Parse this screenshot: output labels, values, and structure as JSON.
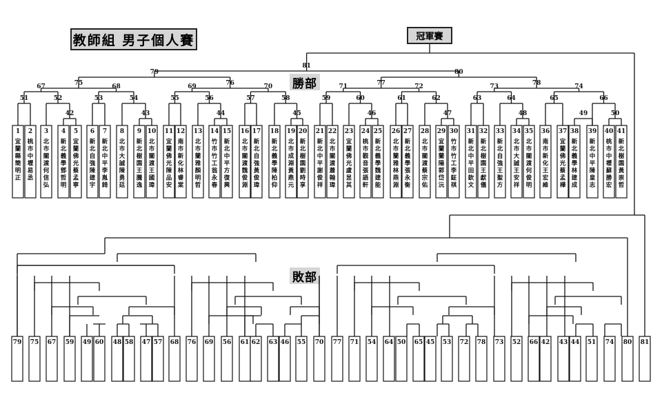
{
  "title": "教師組 男子個人賽",
  "champion_label": "冠軍賽",
  "winners_label": "勝部",
  "losers_label": "敗部",
  "players": [
    {
      "no": "1",
      "team": "宜蘭縣",
      "name": "簡明正"
    },
    {
      "no": "2",
      "team": "桃市中壢",
      "name": "易丞"
    },
    {
      "no": "3",
      "team": "北市關渡",
      "name": "何信弘"
    },
    {
      "no": "4",
      "team": "新北義學",
      "name": "鄧哲明"
    },
    {
      "no": "5",
      "team": "宜蘭佛光",
      "name": "蔡孟寧"
    },
    {
      "no": "6",
      "team": "新北自強",
      "name": "陳建宇"
    },
    {
      "no": "7",
      "team": "新北中平",
      "name": "李胤錡"
    },
    {
      "no": "8",
      "team": "北市大誠",
      "name": "陳勇廷"
    },
    {
      "no": "9",
      "team": "新北樹園",
      "name": "王騰逸"
    },
    {
      "no": "10",
      "team": "北市關渡",
      "name": "王國瑋"
    },
    {
      "no": "11",
      "team": "宜蘭佛光",
      "name": "陳品安"
    },
    {
      "no": "12",
      "team": "南市新化",
      "name": "林睿棠"
    },
    {
      "no": "13",
      "team": "北市蘭雅",
      "name": "顏明哲"
    },
    {
      "no": "14",
      "team": "竹市竹工",
      "name": "翁永春"
    },
    {
      "no": "15",
      "team": "新北中平",
      "name": "方復興"
    },
    {
      "no": "16",
      "team": "北市關渡",
      "name": "魏俊淵"
    },
    {
      "no": "17",
      "team": "新北自強",
      "name": "黃俊瑋"
    },
    {
      "no": "18",
      "team": "新北義學",
      "name": "陳柏仰"
    },
    {
      "no": "19",
      "team": "北市成淵",
      "name": "黃鼎元"
    },
    {
      "no": "20",
      "team": "新北樹園",
      "name": "劉時享"
    },
    {
      "no": "21",
      "team": "新北中平",
      "name": "謝俊祥"
    },
    {
      "no": "22",
      "team": "北市關渡",
      "name": "蕭翰瑋"
    },
    {
      "no": "23",
      "team": "宜蘭佛光",
      "name": "盧昱其"
    },
    {
      "no": "24",
      "team": "桃市觀音",
      "name": "張語軒"
    },
    {
      "no": "25",
      "team": "新北義學",
      "name": "魏建能"
    },
    {
      "no": "26",
      "team": "北市蘭雅",
      "name": "林燕淵"
    },
    {
      "no": "27",
      "team": "新北義學",
      "name": "張永衡"
    },
    {
      "no": "28",
      "team": "北市關渡",
      "name": "蔡宗佑"
    },
    {
      "no": "29",
      "team": "宜蘭蘭陽",
      "name": "郭岱沅"
    },
    {
      "no": "30",
      "team": "竹市竹工",
      "name": "李鉦祺"
    },
    {
      "no": "31",
      "team": "新北中平",
      "name": "田欽文"
    },
    {
      "no": "32",
      "team": "新北樹園",
      "name": "王獻儀"
    },
    {
      "no": "33",
      "team": "新北自強",
      "name": "王聖方"
    },
    {
      "no": "34",
      "team": "北市大誠",
      "name": "王安祥"
    },
    {
      "no": "35",
      "team": "北市關渡",
      "name": "何俊明"
    },
    {
      "no": "36",
      "team": "南市新化",
      "name": "王宏維"
    },
    {
      "no": "37",
      "team": "宜蘭佛光",
      "name": "蔡孟樺"
    },
    {
      "no": "38",
      "team": "新北義學",
      "name": "林建成"
    },
    {
      "no": "39",
      "team": "新北中平",
      "name": "陳皇志"
    },
    {
      "no": "40",
      "team": "桃市中壢",
      "name": "蘇勝宏"
    },
    {
      "no": "41",
      "team": "新北樹園",
      "name": "黃崇哲"
    }
  ],
  "winners_matches": [
    "42",
    "43",
    "44",
    "45",
    "46",
    "47",
    "48",
    "49",
    "50",
    "51",
    "52",
    "53",
    "54",
    "55",
    "56",
    "57",
    "58",
    "59",
    "60",
    "61",
    "62",
    "63",
    "64",
    "65",
    "66",
    "67",
    "68",
    "69",
    "70",
    "71",
    "72",
    "73",
    "74",
    "75",
    "76",
    "77",
    "78",
    "79",
    "80",
    "81"
  ],
  "losers_slots": [
    "79",
    "75",
    "67",
    "59",
    "49",
    "60",
    "48",
    "58",
    "47",
    "57",
    "68",
    "76",
    "69",
    "56",
    "61",
    "62",
    "63",
    "46",
    "55",
    "70",
    "77",
    "71",
    "54",
    "64",
    "50",
    "65",
    "45",
    "53",
    "72",
    "78",
    "73",
    "52",
    "66",
    "42",
    "43",
    "44",
    "51",
    "74",
    "80",
    "81"
  ]
}
